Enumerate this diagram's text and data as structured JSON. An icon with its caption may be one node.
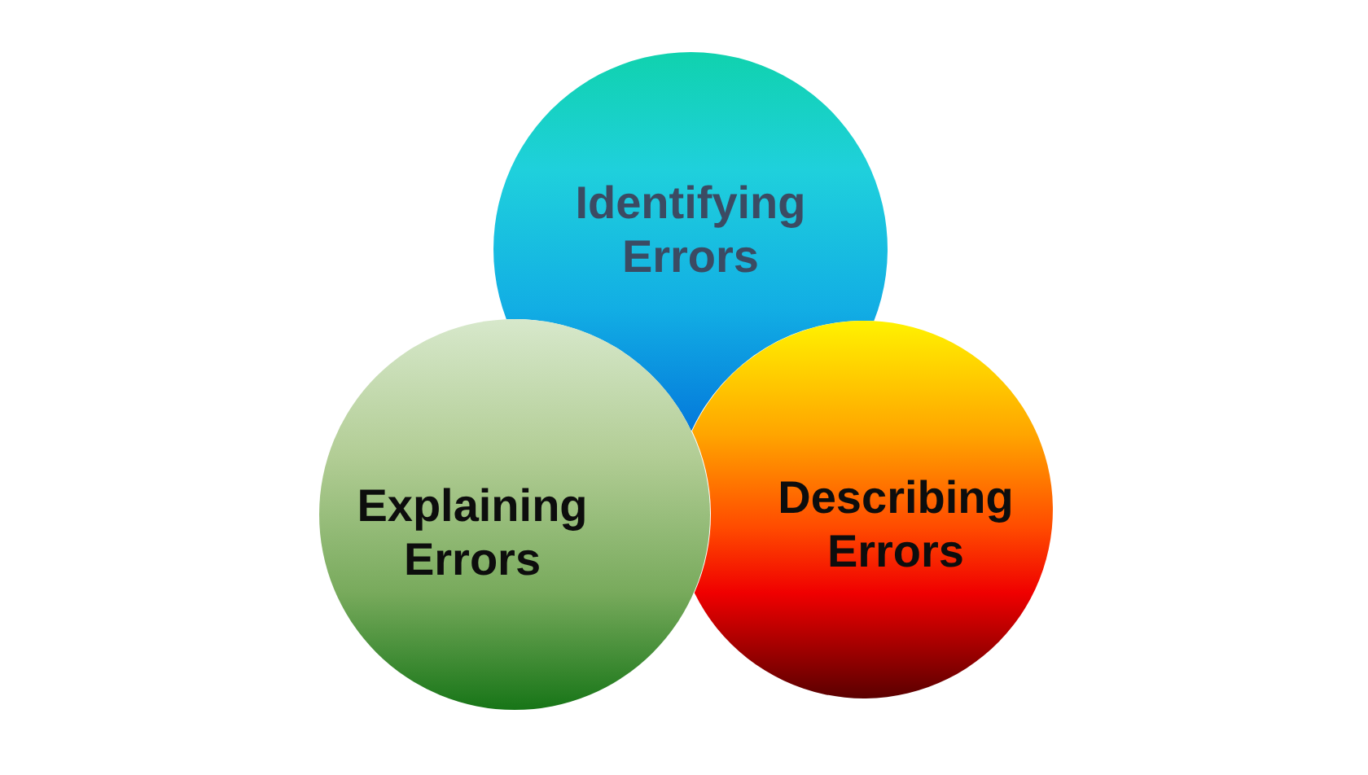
{
  "diagram": {
    "nodes": [
      {
        "text": [
          "Identifying Errors"
        ]
      },
      {
        "text": [
          "Explaining Errors"
        ]
      },
      {
        "text": [
          "Describing Errors"
        ]
      }
    ]
  }
}
